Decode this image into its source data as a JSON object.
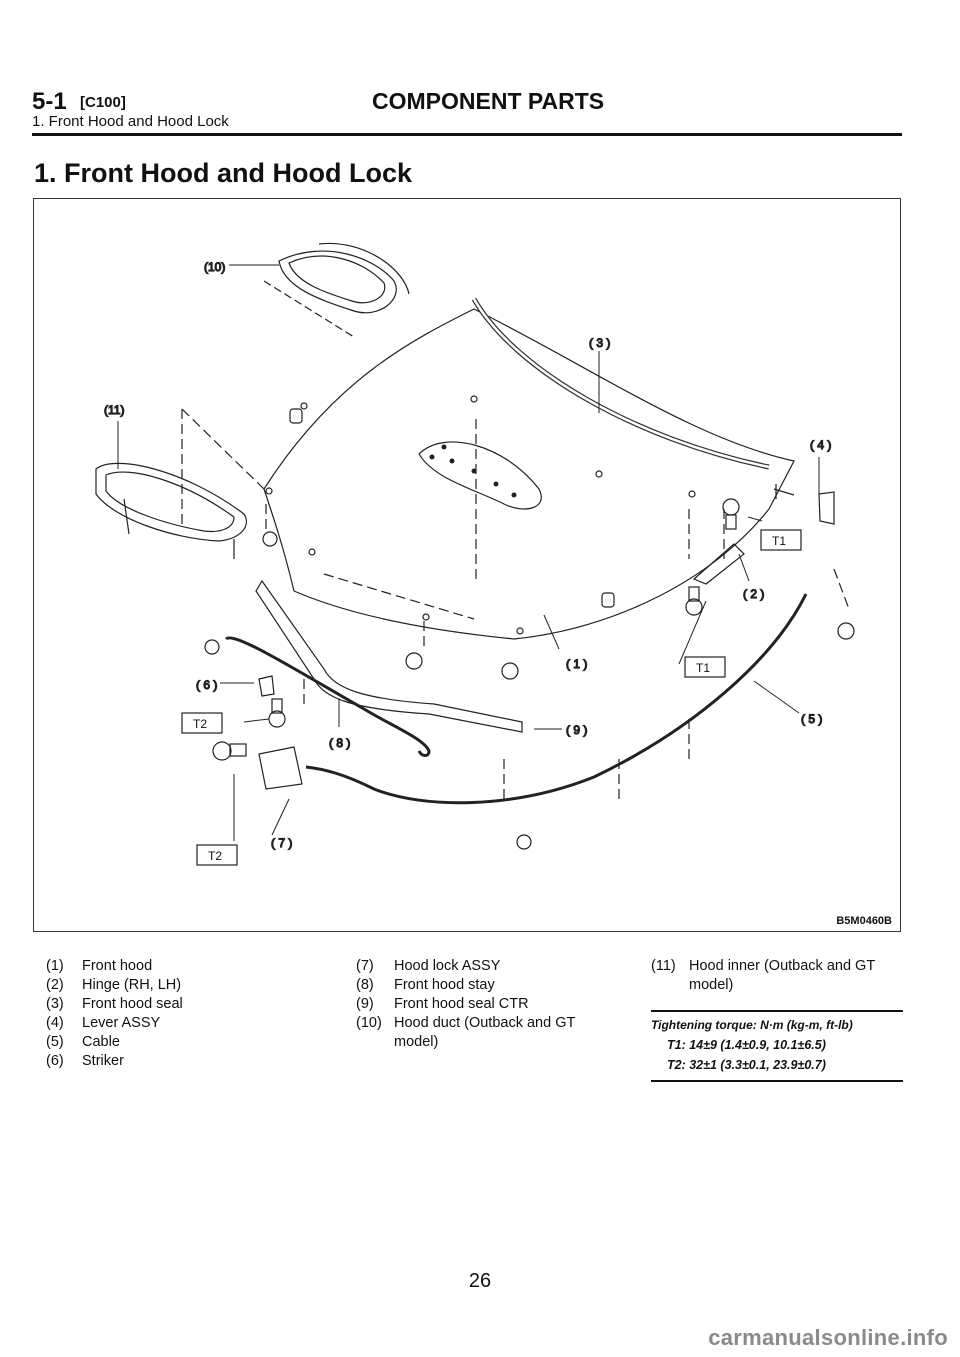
{
  "header": {
    "section_number": "5-1",
    "section_code": "[C100]",
    "section_title": "COMPONENT PARTS",
    "subtitle": "1. Front Hood and Hood Lock"
  },
  "page_title": "1. Front Hood and Hood Lock",
  "figure": {
    "figure_id": "B5M0460B",
    "callouts": {
      "c1": "( 1 )",
      "c2": "( 2 )",
      "c3": "( 3 )",
      "c4": "( 4 )",
      "c5": "( 5 )",
      "c6": "( 6 )",
      "c7": "( 7 )",
      "c8": "( 8 )",
      "c9": "( 9 )",
      "c10": "(10)",
      "c11": "(11)",
      "t1": "T1",
      "t2": "T2"
    }
  },
  "legend": {
    "col1": [
      {
        "num": "(1)",
        "text": "Front hood"
      },
      {
        "num": "(2)",
        "text": "Hinge (RH, LH)"
      },
      {
        "num": "(3)",
        "text": "Front hood seal"
      },
      {
        "num": "(4)",
        "text": "Lever ASSY"
      },
      {
        "num": "(5)",
        "text": "Cable"
      },
      {
        "num": "(6)",
        "text": "Striker"
      }
    ],
    "col2": [
      {
        "num": "(7)",
        "text": "Hood lock ASSY"
      },
      {
        "num": "(8)",
        "text": "Front hood stay"
      },
      {
        "num": "(9)",
        "text": "Front hood seal CTR"
      },
      {
        "num": "(10)",
        "text": "Hood duct (Outback and GT\nmodel)"
      }
    ],
    "col3": [
      {
        "num": "(11)",
        "text": "Hood inner (Outback and GT\nmodel)"
      }
    ]
  },
  "torque": {
    "heading": "Tightening torque: N·m (kg-m, ft-lb)",
    "t1": "T1: 14±9 (1.4±0.9, 10.1±6.5)",
    "t2": "T2: 32±1 (3.3±0.1, 23.9±0.7)"
  },
  "page_number": "26",
  "watermark": "carmanualsonline.info"
}
